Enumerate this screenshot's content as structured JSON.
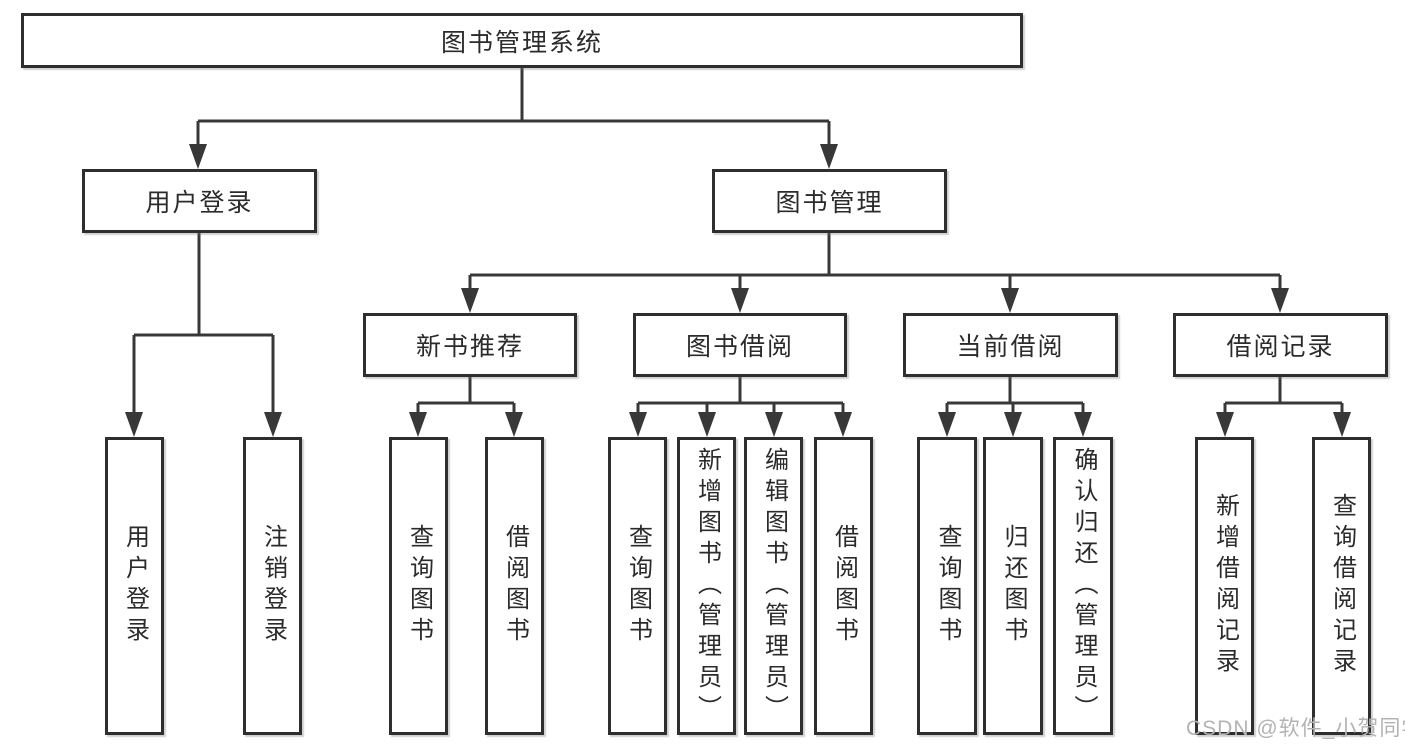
{
  "diagram": {
    "root": {
      "label": "图书管理系统"
    },
    "level2": {
      "user_login": "用户登录",
      "book_management": "图书管理"
    },
    "level3": {
      "new_book_recommendation": "新书推荐",
      "book_borrowing": "图书借阅",
      "current_borrowing": "当前借阅",
      "borrowing_records": "借阅记录"
    },
    "leaves": {
      "user_login_login": "用户登录",
      "user_login_logout": "注销登录",
      "rec_query_books": "查询图书",
      "rec_borrow_books": "借阅图书",
      "borrow_query_books": "查询图书",
      "borrow_add_books_admin": "新增图书（管理员）",
      "borrow_edit_books_admin": "编辑图书（管理员）",
      "borrow_borrow_books": "借阅图书",
      "current_query_books": "查询图书",
      "current_return_books": "归还图书",
      "current_confirm_return_admin": "确认归还（管理员）",
      "records_add_record": "新增借阅记录",
      "records_query_record": "查询借阅记录"
    },
    "watermark": "CSDN @软件_小贺同学",
    "colors": {
      "line": "#383838",
      "border": "#2e2e2e",
      "text": "#2b2b2b",
      "watermark": "#b3b3b3"
    }
  }
}
